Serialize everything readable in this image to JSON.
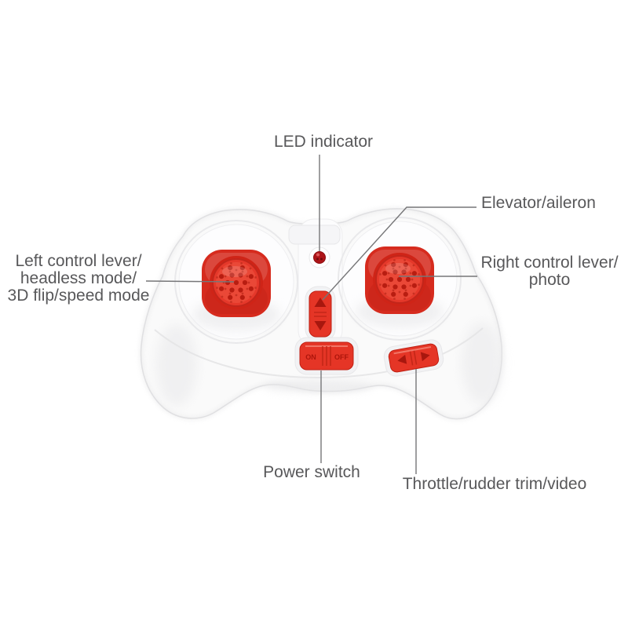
{
  "figure": {
    "kind": "labeled product diagram",
    "subject": "RC drone remote controller (transmitter)"
  },
  "colors": {
    "background": "#ffffff",
    "body_white": "#fafafa",
    "body_edge": "#e2e2e4",
    "accent_red": "#e53526",
    "deep_red": "#c02013",
    "detail_red": "#a8170e",
    "led_red": "#ad1418",
    "label_text": "#58585a",
    "callout_line": "#767678"
  },
  "labels": {
    "led": {
      "text": "LED indicator"
    },
    "elevator": {
      "text": "Elevator/aileron"
    },
    "left_control": {
      "lines": [
        "Left control lever/",
        "headless mode/",
        "3D flip/speed mode"
      ]
    },
    "right_control": {
      "lines": [
        "Right control lever/",
        "photo"
      ]
    },
    "power": {
      "text": "Power switch"
    },
    "throttle": {
      "text": "Throttle/rudder trim/video"
    }
  },
  "device": {
    "power_switch": {
      "on": "ON",
      "off": "OFF"
    }
  }
}
